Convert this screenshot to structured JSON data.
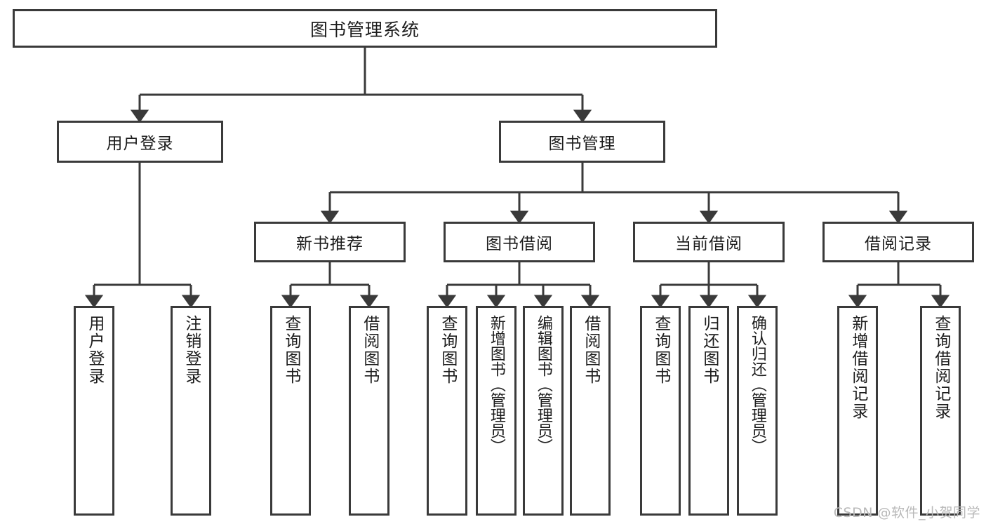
{
  "diagram": {
    "title": "图书管理系统",
    "type": "tree-hierarchy",
    "root": {
      "label": "图书管理系统"
    },
    "level1": [
      {
        "label": "用户登录"
      },
      {
        "label": "图书管理"
      }
    ],
    "level2": [
      {
        "label": "新书推荐"
      },
      {
        "label": "图书借阅"
      },
      {
        "label": "当前借阅"
      },
      {
        "label": "借阅记录"
      }
    ],
    "leaves": {
      "user_login": [
        {
          "label": "用户登录"
        },
        {
          "label": "注销登录"
        }
      ],
      "new_book_recommend": [
        {
          "label": "查询图书"
        },
        {
          "label": "借阅图书"
        }
      ],
      "book_borrow": [
        {
          "label": "查询图书"
        },
        {
          "label": "新增图书（管理员）"
        },
        {
          "label": "编辑图书（管理员）"
        },
        {
          "label": "借阅图书"
        }
      ],
      "current_borrow": [
        {
          "label": "查询图书"
        },
        {
          "label": "归还图书"
        },
        {
          "label": "确认归还（管理员）"
        }
      ],
      "borrow_record": [
        {
          "label": "新增借阅记录"
        },
        {
          "label": "查询借阅记录"
        }
      ]
    }
  },
  "watermark": {
    "text": "CSDN @软件_小贺同学"
  },
  "colors": {
    "border": "#3a3a3a",
    "text": "#1c1c1c",
    "background": "#ffffff",
    "watermark": "#b9b9b9"
  }
}
